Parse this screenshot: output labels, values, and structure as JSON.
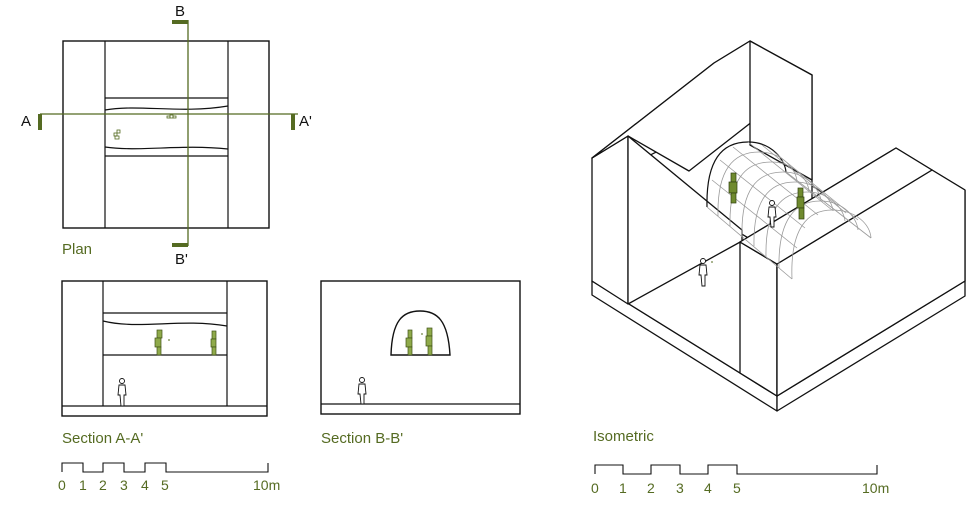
{
  "plan": {
    "title": "Plan",
    "cut_a_left": "A",
    "cut_a_right": "A'",
    "cut_b_top": "B",
    "cut_b_bottom": "B'"
  },
  "section_aa": {
    "title": "Section A-A'"
  },
  "section_bb": {
    "title": "Section B-B'"
  },
  "isometric": {
    "title": "Isometric"
  },
  "scale_bar": {
    "ticks": [
      "0",
      "1",
      "2",
      "3",
      "4",
      "5"
    ],
    "end_label": "10m"
  },
  "colors": {
    "accent": "#556b22",
    "accent_light": "#8faa4a",
    "line": "#111111",
    "mesh": "#9a9a9a"
  }
}
